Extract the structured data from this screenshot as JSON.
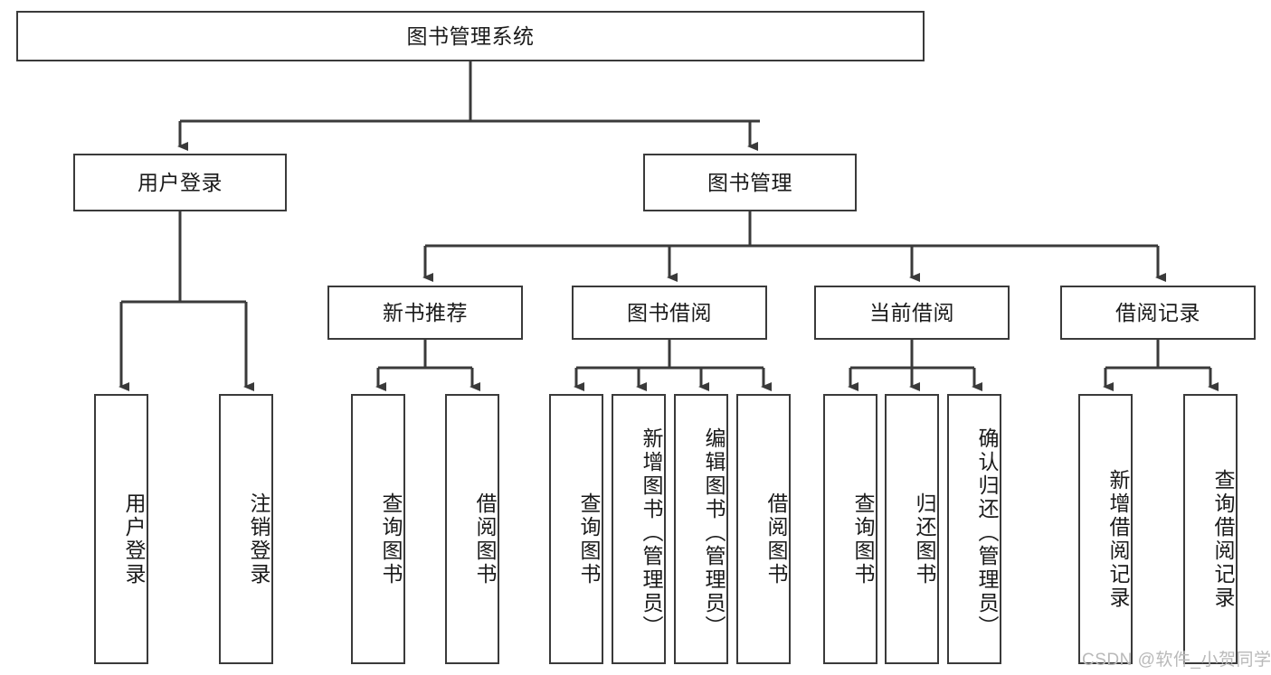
{
  "diagram": {
    "type": "tree-hierarchy",
    "title": "图书管理系统",
    "root": {
      "id": "root",
      "label": "图书管理系统",
      "orientation": "horizontal"
    },
    "level2": [
      {
        "id": "user-login",
        "label": "用户登录",
        "orientation": "horizontal"
      },
      {
        "id": "book-management",
        "label": "图书管理",
        "orientation": "horizontal"
      }
    ],
    "level3": [
      {
        "id": "new-book-recommend",
        "label": "新书推荐",
        "orientation": "horizontal",
        "parent": "book-management"
      },
      {
        "id": "book-borrow",
        "label": "图书借阅",
        "orientation": "horizontal",
        "parent": "book-management"
      },
      {
        "id": "current-borrow",
        "label": "当前借阅",
        "orientation": "horizontal",
        "parent": "book-management"
      },
      {
        "id": "borrow-record",
        "label": "借阅记录",
        "orientation": "horizontal",
        "parent": "book-management"
      }
    ],
    "leaves": [
      {
        "id": "leaf-user-login",
        "label": "用户登录",
        "parent": "user-login",
        "orientation": "vertical"
      },
      {
        "id": "leaf-user-logout",
        "label": "注销登录",
        "parent": "user-login",
        "orientation": "vertical"
      },
      {
        "id": "leaf-query-book-1",
        "label": "查询图书",
        "parent": "new-book-recommend",
        "orientation": "vertical"
      },
      {
        "id": "leaf-borrow-book-1",
        "label": "借阅图书",
        "parent": "new-book-recommend",
        "orientation": "vertical"
      },
      {
        "id": "leaf-query-book-2",
        "label": "查询图书",
        "parent": "book-borrow",
        "orientation": "vertical"
      },
      {
        "id": "leaf-add-book",
        "label": "新增图书（管理员）",
        "parent": "book-borrow",
        "orientation": "vertical"
      },
      {
        "id": "leaf-edit-book",
        "label": "编辑图书（管理员）",
        "parent": "book-borrow",
        "orientation": "vertical"
      },
      {
        "id": "leaf-borrow-book-2",
        "label": "借阅图书",
        "parent": "book-borrow",
        "orientation": "vertical"
      },
      {
        "id": "leaf-query-book-3",
        "label": "查询图书",
        "parent": "current-borrow",
        "orientation": "vertical"
      },
      {
        "id": "leaf-return-book",
        "label": "归还图书",
        "parent": "current-borrow",
        "orientation": "vertical"
      },
      {
        "id": "leaf-confirm-return",
        "label": "确认归还（管理员）",
        "parent": "current-borrow",
        "orientation": "vertical"
      },
      {
        "id": "leaf-add-record",
        "label": "新增借阅记录",
        "parent": "borrow-record",
        "orientation": "vertical"
      },
      {
        "id": "leaf-query-record",
        "label": "查询借阅记录",
        "parent": "borrow-record",
        "orientation": "vertical"
      }
    ],
    "watermark": "CSDN @软件_小贺同学",
    "colors": {
      "stroke": "#3a3a3a",
      "fill": "#ffffff",
      "text": "#1a1a1a",
      "watermark": "#b9b9b9"
    }
  }
}
